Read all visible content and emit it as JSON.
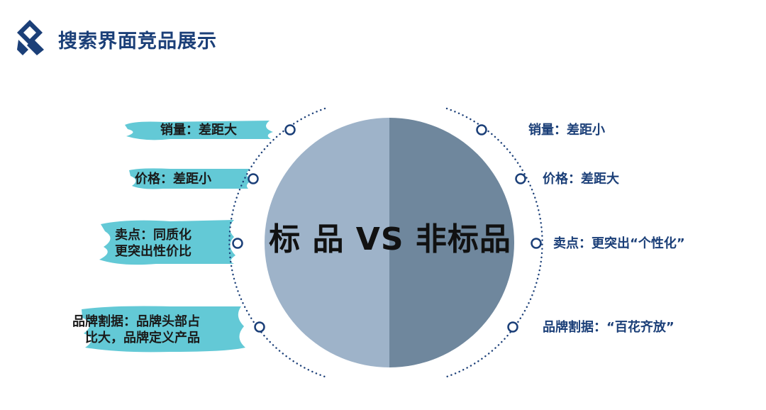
{
  "header": {
    "title": "搜索界面竞品展示"
  },
  "diagram": {
    "center_title": "标 品 VS 非标品",
    "left_items": [
      {
        "lines": [
          "销量：差距大"
        ]
      },
      {
        "lines": [
          "价格：差距小"
        ]
      },
      {
        "lines": [
          "卖点：同质化",
          "更突出性价比"
        ]
      },
      {
        "lines": [
          "品牌割据：品牌头部占",
          "比大，品牌定义产品"
        ]
      }
    ],
    "right_items": [
      {
        "lines": [
          "销量：差距小"
        ]
      },
      {
        "lines": [
          "价格：差距大"
        ]
      },
      {
        "lines": [
          "卖点：更突出“个性化”"
        ]
      },
      {
        "lines": [
          "品牌割据：“百花齐放”"
        ]
      }
    ]
  },
  "colors": {
    "title": "#1b3f78",
    "circle_left": "#9eb3c9",
    "circle_right": "#6f879d",
    "brush": "#63c9d6",
    "node": "#1b3f78"
  }
}
